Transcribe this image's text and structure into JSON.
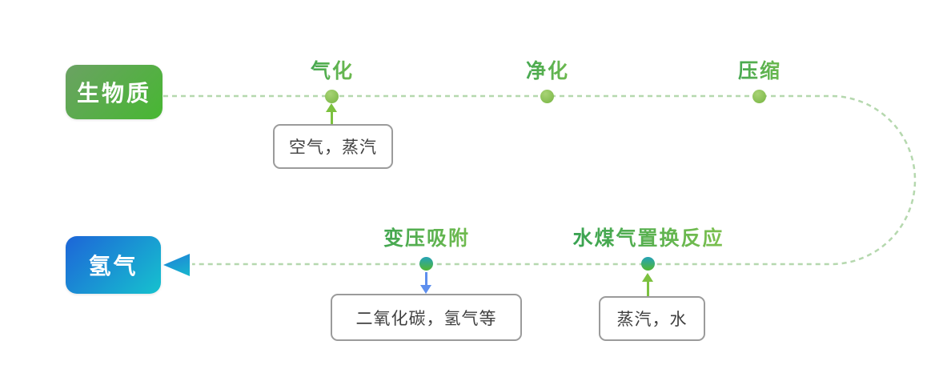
{
  "diagram": {
    "biomass_node": "生物质",
    "hydrogen_node": "氢气",
    "top_steps": [
      {
        "label": "气化"
      },
      {
        "label": "净化"
      },
      {
        "label": "压缩"
      }
    ],
    "bottom_steps": [
      {
        "label": "变压吸附"
      },
      {
        "label": "水煤气置换反应"
      }
    ],
    "annotations": {
      "gasification_input": "空气，蒸汽",
      "psa_output": "二氧化碳，氢气等",
      "shift_input": "蒸汽，水"
    },
    "colors": {
      "biomass_gradient_start": "#6ba263",
      "biomass_gradient_end": "#47b732",
      "hydrogen_gradient_start": "#1d65d8",
      "hydrogen_gradient_end": "#16c2ce",
      "step_label_gradient_start": "#2f9e52",
      "step_label_gradient_end": "#85c44e",
      "dashed_line": "#b5d8ae",
      "top_dot": "#8cc156",
      "bottom_dot_top": "#29a4ad",
      "bottom_dot_bottom": "#4eb53e",
      "green_arrow": "#7cc13f",
      "blue_arrow": "#5e8fee",
      "main_arrowhead_start": "#1f7fd9",
      "main_arrowhead_end": "#17b8cd",
      "annotation_border": "#9b9b9b",
      "annotation_text": "#404040"
    }
  }
}
